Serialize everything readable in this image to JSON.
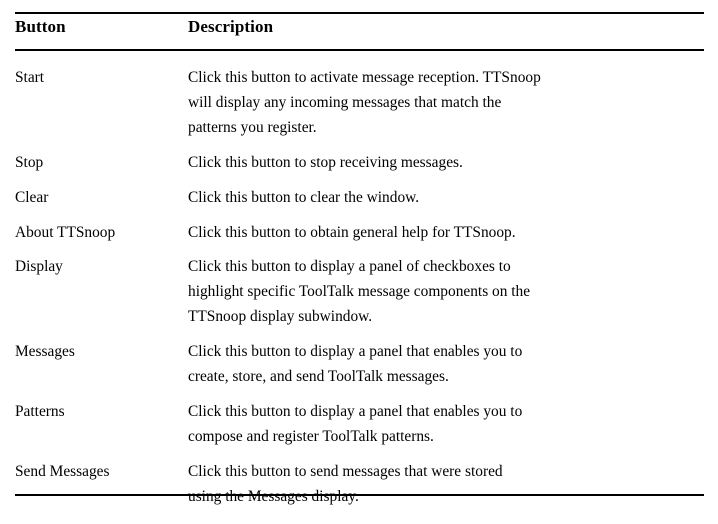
{
  "table": {
    "headers": {
      "button": "Button",
      "description": "Description"
    },
    "rows": [
      {
        "button": "Start",
        "description": "Click this button to activate message reception. TTSnoop will display any incoming messages that match the patterns you register.",
        "lines": [
          "Click this button to activate message reception. TTSnoop",
          "will display any incoming messages that match the",
          "patterns you register."
        ]
      },
      {
        "button": "Stop",
        "description": "Click this button to stop receiving messages.",
        "lines": [
          "Click this button to stop receiving messages."
        ]
      },
      {
        "button": "Clear",
        "description": "Click this button to clear the window.",
        "lines": [
          "Click this button to clear the window."
        ]
      },
      {
        "button": "About TTSnoop",
        "description": "Click this button to obtain general help for TTSnoop.",
        "lines": [
          "Click this button to obtain general help for TTSnoop."
        ]
      },
      {
        "button": "Display",
        "description": "Click this button to display a panel of checkboxes to highlight specific ToolTalk message components on the TTSnoop display subwindow.",
        "lines": [
          "Click this button to display a panel of checkboxes to",
          "highlight specific ToolTalk message components on the",
          "TTSnoop display subwindow."
        ]
      },
      {
        "button": "Messages",
        "description": "Click this button to display a panel that enables you to create, store, and send ToolTalk messages.",
        "lines": [
          "Click this button to display a panel that enables you to",
          "create, store, and send ToolTalk messages."
        ]
      },
      {
        "button": "Patterns",
        "description": "Click this button to display a panel that enables you to compose and register ToolTalk patterns.",
        "lines": [
          "Click this button to display a panel that enables you to",
          "compose and register ToolTalk patterns."
        ]
      },
      {
        "button": "Send Messages",
        "description": "Click this button to send messages that were stored using the Messages display.",
        "lines": [
          "Click this button to send messages that were stored",
          "using the Messages display."
        ]
      }
    ]
  },
  "style": {
    "background_color": "#ffffff",
    "text_color": "#000000",
    "rule_color": "#000000"
  }
}
